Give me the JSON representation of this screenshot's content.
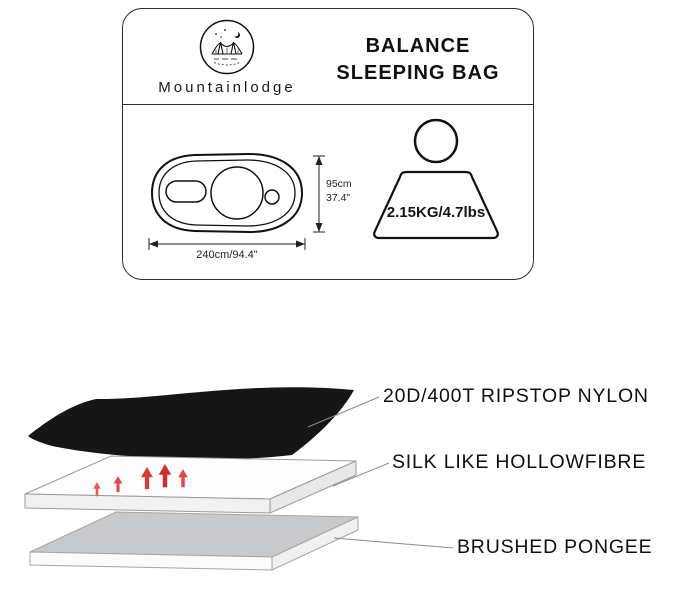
{
  "card": {
    "brand": "Mountainlodge",
    "title": {
      "line1": "BALANCE",
      "line2": "SLEEPING BAG"
    },
    "dimensions": {
      "length": "240cm/94.4\"",
      "height_cm": "95cm",
      "height_in": "37.4\""
    },
    "weight": "2.15KG/4.7lbs"
  },
  "layers": {
    "items": [
      {
        "label": "20D/400T RIPSTOP NYLON"
      },
      {
        "label": "SILK LIKE HOLLOWFIBRE"
      },
      {
        "label": "BRUSHED PONGEE"
      }
    ]
  },
  "icons": {
    "logo": "mountain-bridge-logo",
    "weight": "kettlebell-weight-icon",
    "arrows": "warmth-up-arrows"
  },
  "colors": {
    "outline": "#111111",
    "layer_black": "#161616",
    "arrow_red": "#d43c3c",
    "slab_gray": "#c7c9ca",
    "leader_line": "#8a8a8a"
  }
}
